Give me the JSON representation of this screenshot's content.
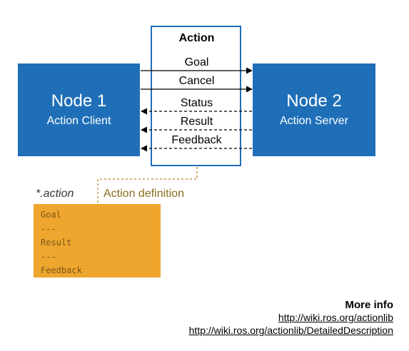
{
  "node1": {
    "title": "Node 1",
    "subtitle": "Action Client"
  },
  "node2": {
    "title": "Node 2",
    "subtitle": "Action Server"
  },
  "action": {
    "title": "Action",
    "messages": [
      "Goal",
      "Cancel",
      "Status",
      "Result",
      "Feedback"
    ]
  },
  "definition": {
    "file_label": "*.action",
    "label": "Action definition",
    "lines": [
      "Goal",
      "---",
      "Result",
      "---",
      "Feedback"
    ]
  },
  "more_info": {
    "title": "More info",
    "links": [
      "http://wiki.ros.org/actionlib",
      "http://wiki.ros.org/actionlib/DetailedDescription"
    ]
  },
  "colors": {
    "node_blue": "#1f6fb8",
    "definition_orange": "#eea62e",
    "definition_text": "#7a5818",
    "definition_label": "#8a6d1e"
  }
}
